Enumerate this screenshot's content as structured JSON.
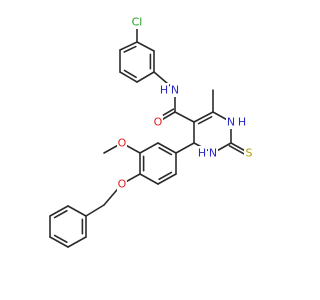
{
  "molecule": {
    "atoms": [
      {
        "key": "cl",
        "label": "Cl",
        "color": "#1f9e1f"
      },
      {
        "key": "nh_amide",
        "label": "N",
        "sub": "H",
        "color": "#2828c8"
      },
      {
        "key": "o_carbonyl",
        "label": "O",
        "color": "#e02020"
      },
      {
        "key": "nh_ring_upper",
        "label": "N",
        "sub": "H",
        "color": "#2828c8"
      },
      {
        "key": "nh_ring_lower",
        "label": "N",
        "sub": "H",
        "color": "#2828c8"
      },
      {
        "key": "s_thione",
        "label": "S",
        "color": "#b8a000"
      },
      {
        "key": "o_methoxy",
        "label": "O",
        "color": "#e02020"
      },
      {
        "key": "o_benzyloxy",
        "label": "O",
        "color": "#e02020"
      }
    ],
    "bond_color": "#2b2b2b"
  }
}
